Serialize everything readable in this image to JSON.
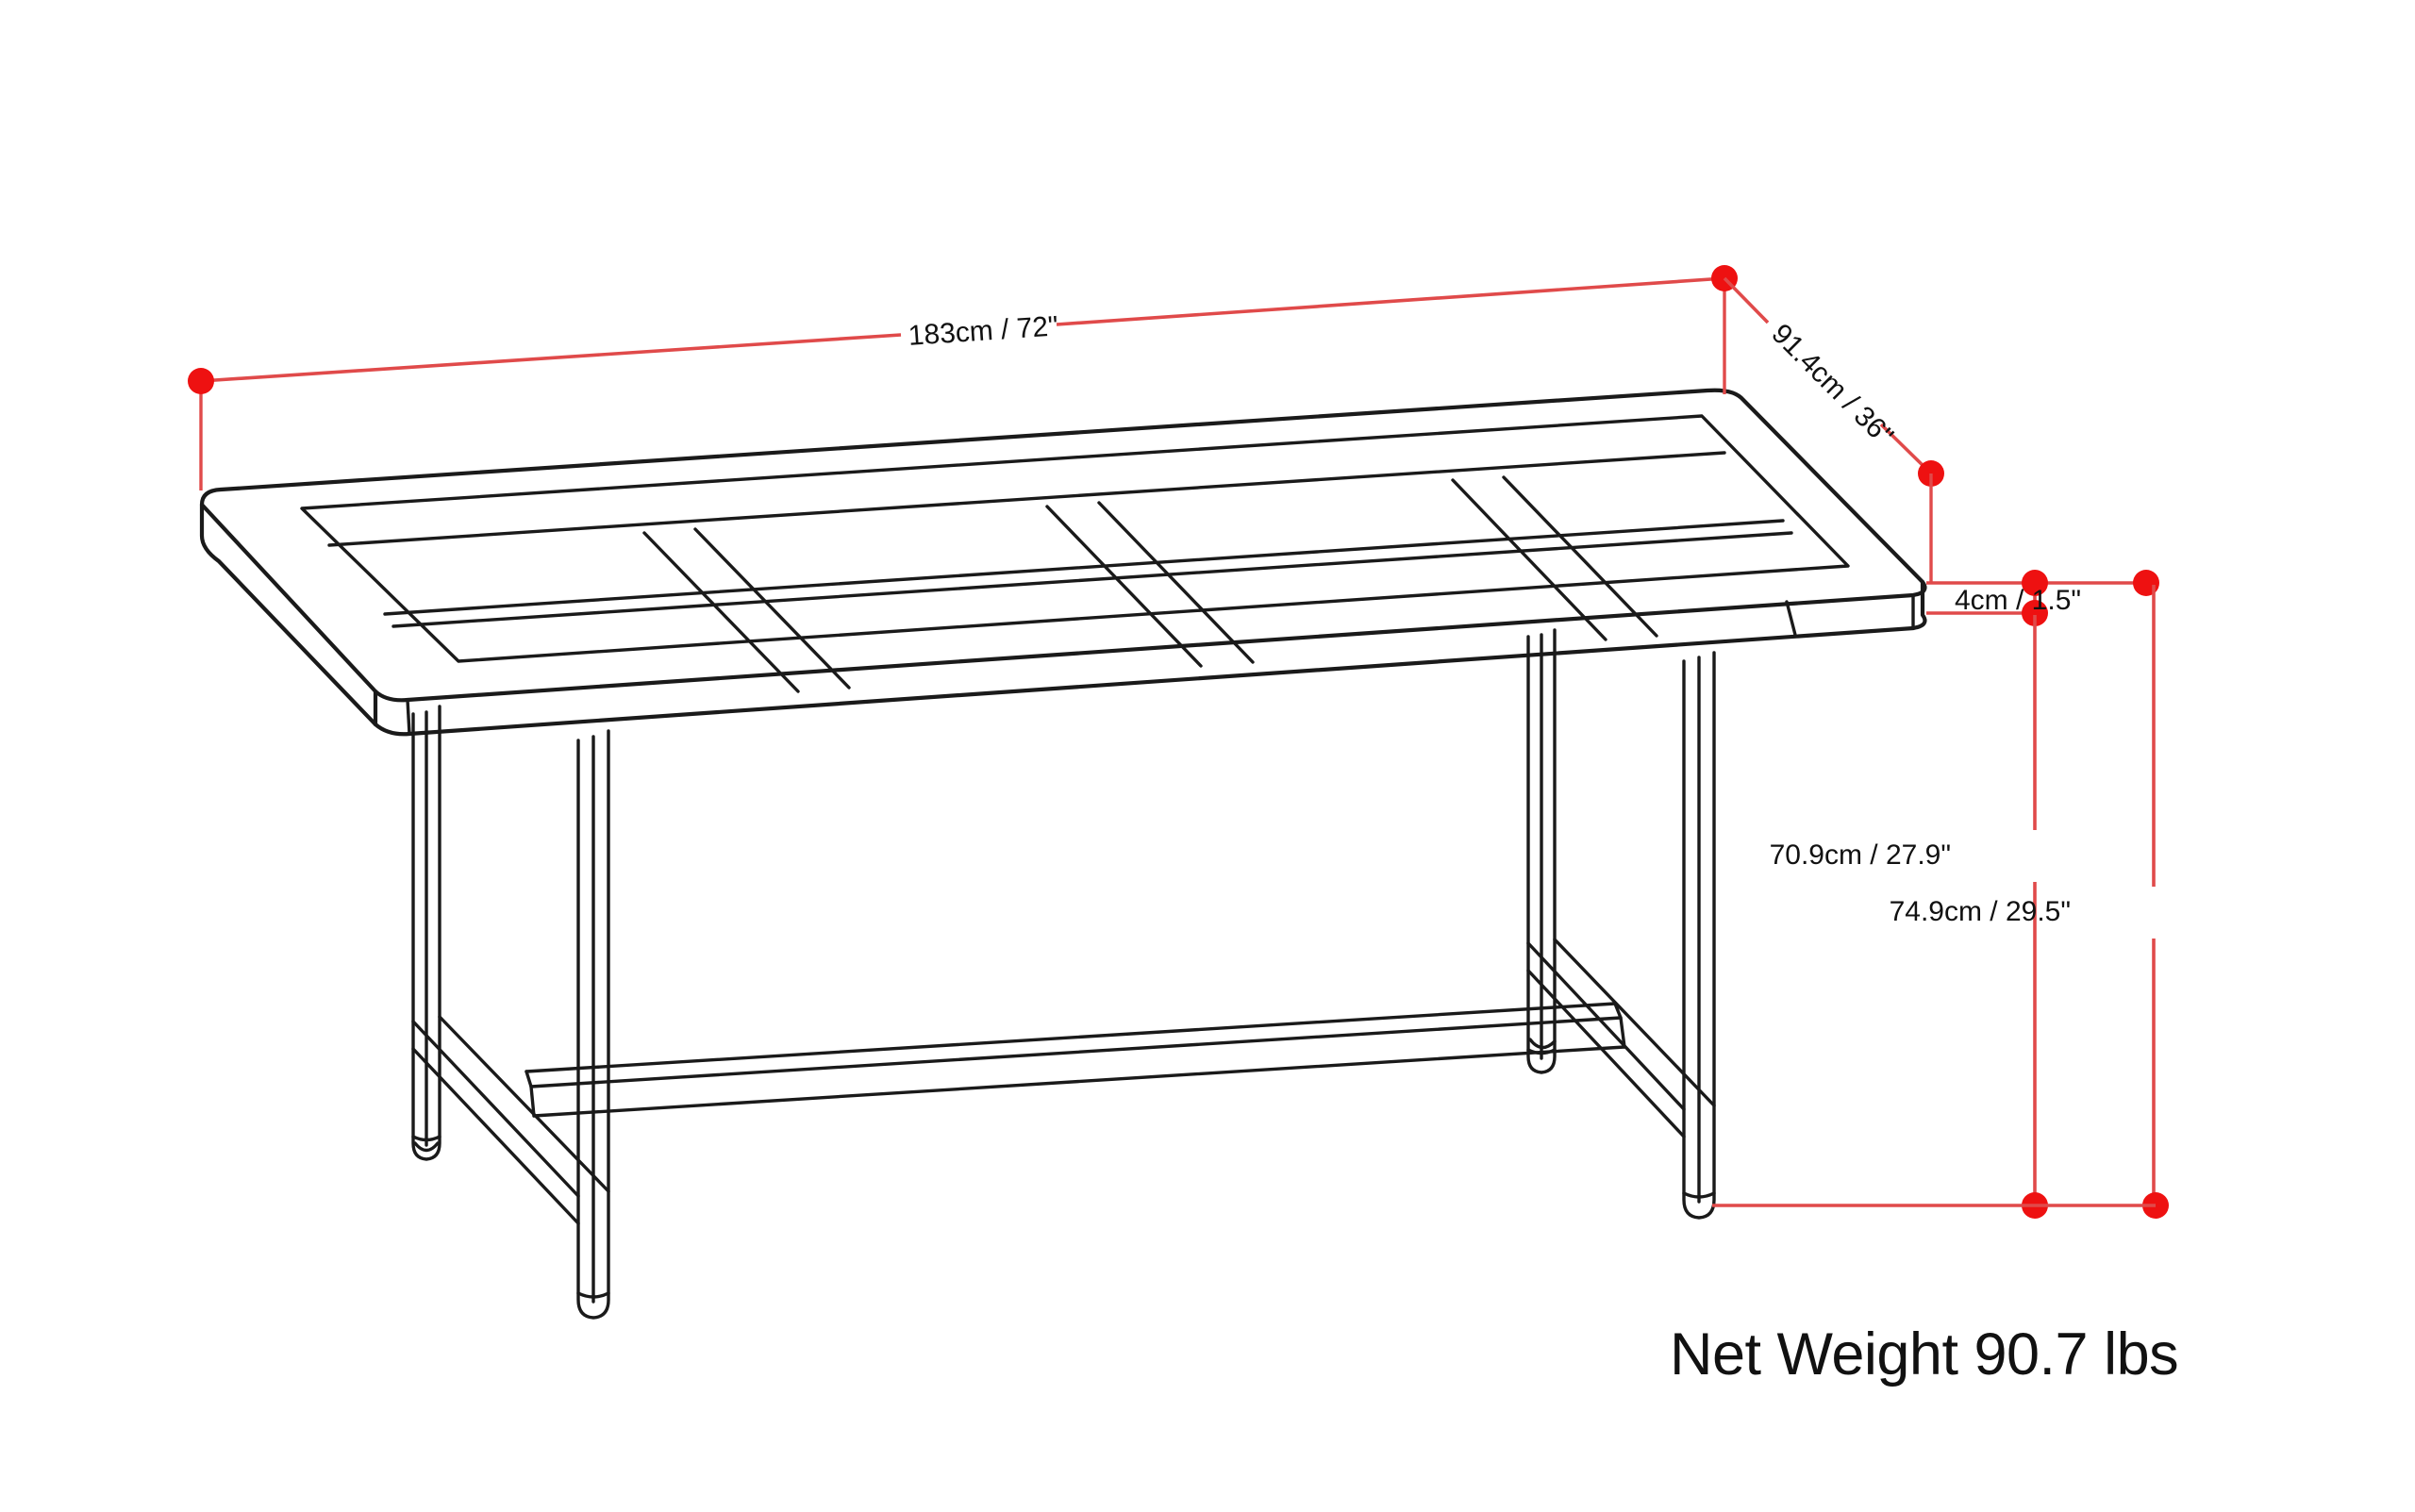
{
  "figure": {
    "title": "Dining table dimension diagram",
    "background_color": "#ffffff",
    "line_color": "#1a1a1a",
    "dimension_color": "#e04a4a",
    "marker_color": "#ee1111"
  },
  "dimensions": {
    "width": {
      "id": "table-width",
      "label": "183cm / 72\"",
      "cm": 183,
      "inches": 72
    },
    "depth": {
      "id": "table-depth",
      "label": "91.4cm / 36\"",
      "cm": 91.4,
      "inches": 36
    },
    "top_thickness": {
      "id": "tabletop-thickness",
      "label": "4cm / 1.5\"",
      "cm": 4,
      "inches": 1.5
    },
    "clearance_height": {
      "id": "under-top-height",
      "label": "70.9cm / 27.9\"",
      "cm": 70.9,
      "inches": 27.9
    },
    "overall_height": {
      "id": "overall-height",
      "label": "74.9cm / 29.5\"",
      "cm": 74.9,
      "inches": 29.5
    }
  },
  "net_weight": {
    "label": "Net Weight 90.7 lbs",
    "value": 90.7,
    "unit": "lbs"
  }
}
